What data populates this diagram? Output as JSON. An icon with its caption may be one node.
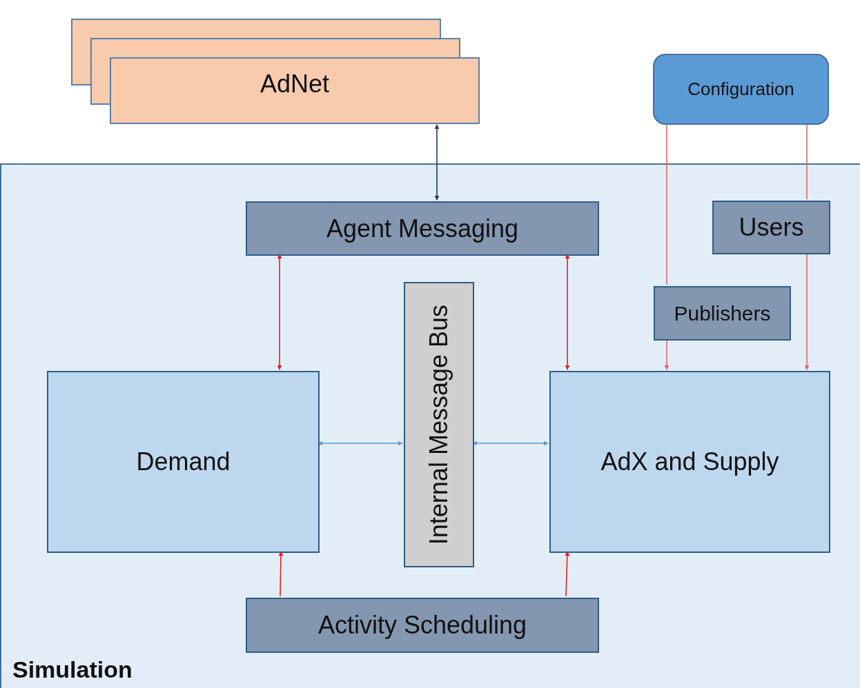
{
  "diagram": {
    "nodes": [
      {
        "text": [
          "AdNet"
        ]
      },
      {
        "text": [
          "Configuration"
        ]
      },
      {
        "text": [
          "Simulation"
        ]
      },
      {
        "text": [
          "Agent Messaging"
        ],
        "in": 2
      },
      {
        "text": [
          "Users"
        ],
        "in": 2
      },
      {
        "text": [
          "Publishers"
        ],
        "in": 2
      },
      {
        "text": [
          "Internal Message Bus"
        ],
        "in": 2
      },
      {
        "text": [
          "Demand"
        ],
        "in": 2
      },
      {
        "text": [
          "AdX and Supply"
        ],
        "in": 2
      },
      {
        "text": [
          "Activity Scheduling"
        ],
        "in": 2
      }
    ],
    "edges": [
      {
        "from": 0,
        "to": 3,
        "arrow": "both",
        "color": "#1f3864"
      },
      {
        "from": 3,
        "to": 7,
        "arrow": "both"
      },
      {
        "from": 3,
        "to": 8,
        "arrow": "both"
      },
      {
        "from": 7,
        "to": 6,
        "arrow": "both",
        "color": "#5b9bd5"
      },
      {
        "from": 6,
        "to": 8,
        "arrow": "both",
        "color": "#5b9bd5"
      },
      {
        "from": 9,
        "to": 7,
        "arrow": "to"
      },
      {
        "from": 9,
        "to": 8,
        "arrow": "to"
      },
      {
        "from": 1,
        "to": 5,
        "arrow": "none",
        "color": "#e06666"
      },
      {
        "from": 5,
        "to": 8,
        "arrow": "to",
        "color": "#e06666"
      },
      {
        "from": 1,
        "to": 4,
        "arrow": "none",
        "color": "#e06666"
      },
      {
        "from": 4,
        "to": 8,
        "arrow": "to",
        "color": "#e06666"
      }
    ]
  }
}
